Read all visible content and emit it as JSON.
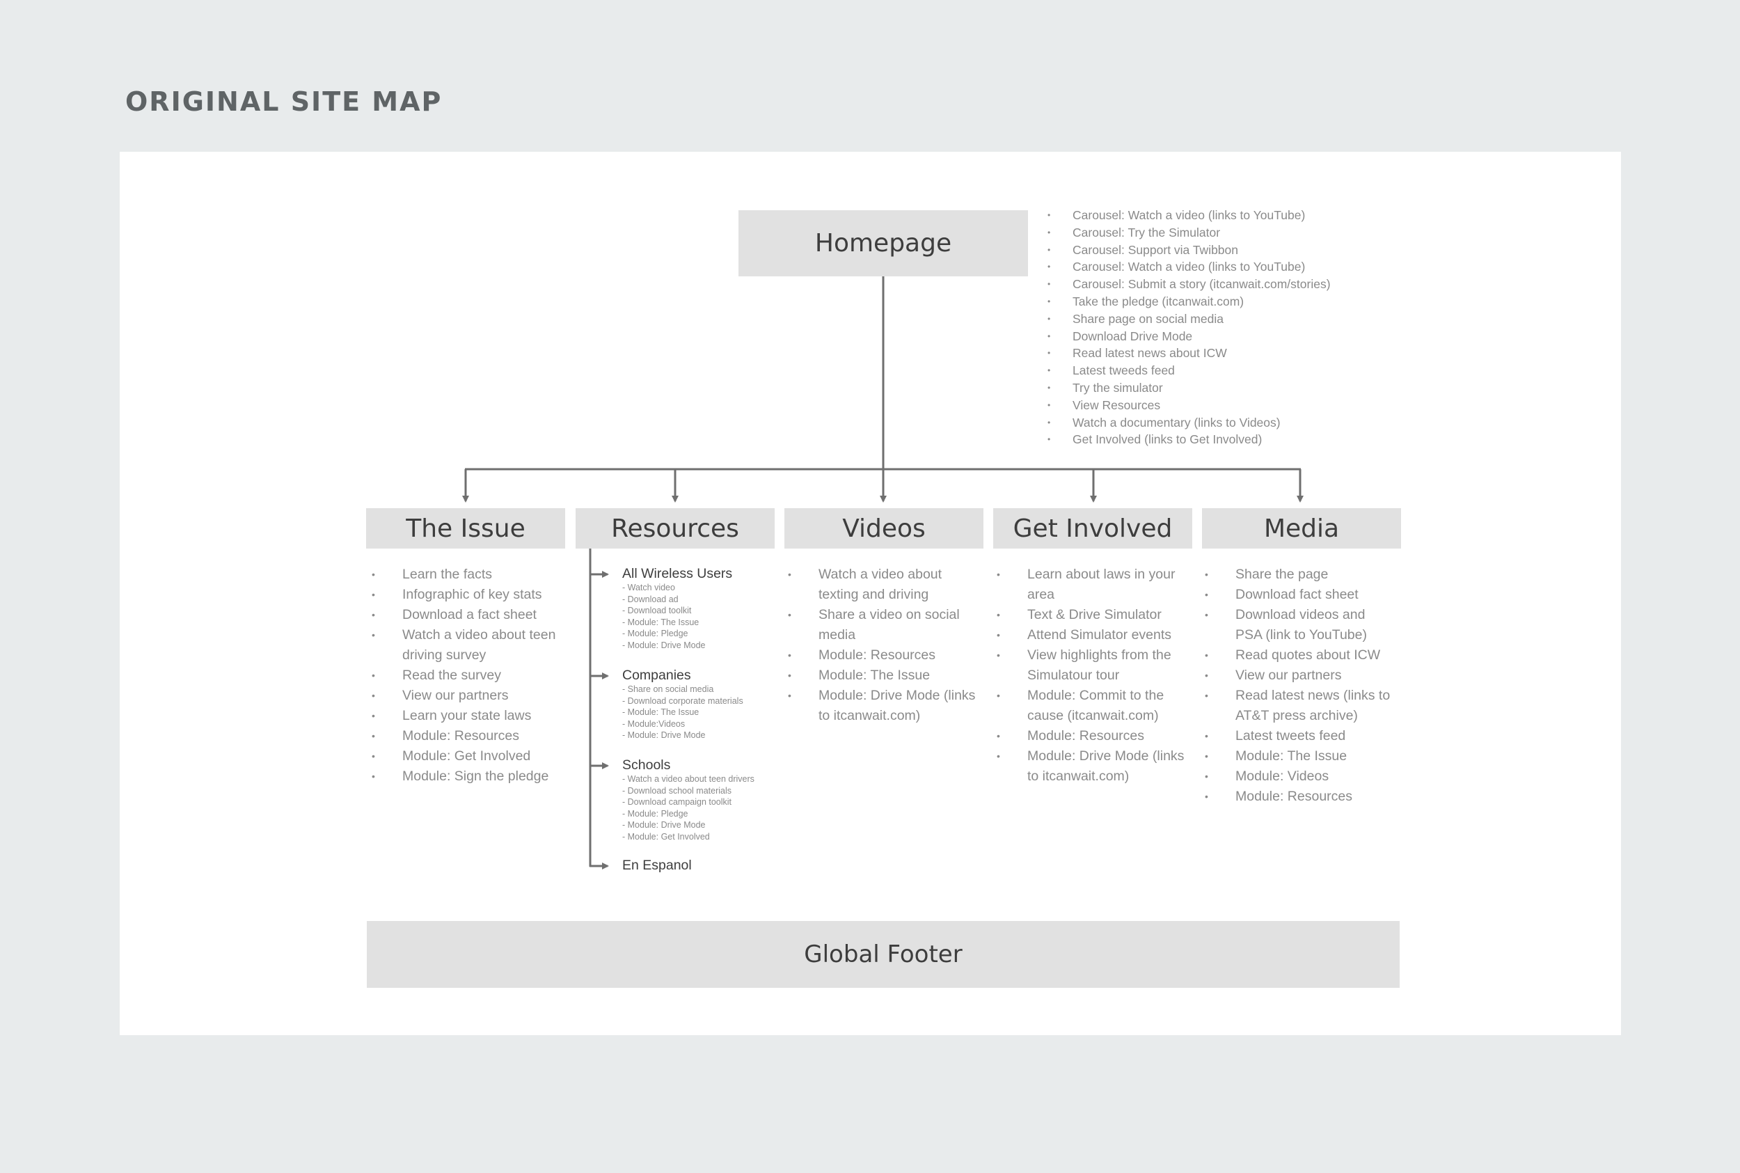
{
  "title": "ORIGINAL SITE MAP",
  "homepage": {
    "label": "Homepage",
    "items": [
      "Carousel: Watch a video (links to YouTube)",
      "Carousel: Try the Simulator",
      "Carousel: Support via Twibbon",
      "Carousel: Watch a video (links to YouTube)",
      "Carousel: Submit a story (itcanwait.com/stories)",
      "Take the pledge (itcanwait.com)",
      "Share page on social media",
      "Download Drive Mode",
      "Read latest news about ICW",
      "Latest tweeds feed",
      "Try the simulator",
      "View Resources",
      "Watch a documentary (links to Videos)",
      "Get Involved (links to Get Involved)"
    ]
  },
  "sections": {
    "issue": {
      "label": "The Issue",
      "items": [
        "Learn the facts",
        "Infographic of key stats",
        "Download a fact sheet",
        "Watch a video about teen driving survey",
        "Read the survey",
        "View our partners",
        "Learn your state laws",
        "Module: Resources",
        "Module: Get Involved",
        "Module: Sign the pledge"
      ]
    },
    "resources": {
      "label": "Resources",
      "groups": [
        {
          "title": "All Wireless Users",
          "items": [
            "- Watch video",
            "- Download ad",
            "- Download toolkit",
            "- Module: The Issue",
            "- Module: Pledge",
            "- Module: Drive Mode"
          ]
        },
        {
          "title": "Companies",
          "items": [
            "- Share on social media",
            "- Download corporate materials",
            "- Module: The Issue",
            "- Module:Videos",
            "- Module: Drive Mode"
          ]
        },
        {
          "title": "Schools",
          "items": [
            "- Watch a video about teen drivers",
            "- Download school materials",
            "- Download campaign toolkit",
            "- Module: Pledge",
            "- Module: Drive Mode",
            "- Module: Get Involved"
          ]
        },
        {
          "title": "En Espanol",
          "items": []
        }
      ]
    },
    "videos": {
      "label": "Videos",
      "items": [
        "Watch a video about texting and driving",
        "Share a video on social media",
        "Module: Resources",
        "Module: The Issue",
        "Module: Drive Mode (links  to itcanwait.com)"
      ]
    },
    "involved": {
      "label": "Get Involved",
      "items": [
        "Learn about laws in your area",
        "Text & Drive Simulator",
        "Attend Simulator events",
        "View highlights from the Simulatour tour",
        "Module: Commit to the cause (itcanwait.com)",
        "Module: Resources",
        "Module: Drive Mode (links  to itcanwait.com)"
      ]
    },
    "media": {
      "label": "Media",
      "items": [
        "Share the page",
        "Download fact sheet",
        "Download videos and PSA (link to YouTube)",
        "Read quotes about ICW",
        "View our partners",
        "Read latest news (links to AT&T press archive)",
        "Latest tweets feed",
        "Module: The Issue",
        "Module: Videos",
        "Module: Resources"
      ]
    }
  },
  "footer": {
    "label": "Global Footer"
  }
}
